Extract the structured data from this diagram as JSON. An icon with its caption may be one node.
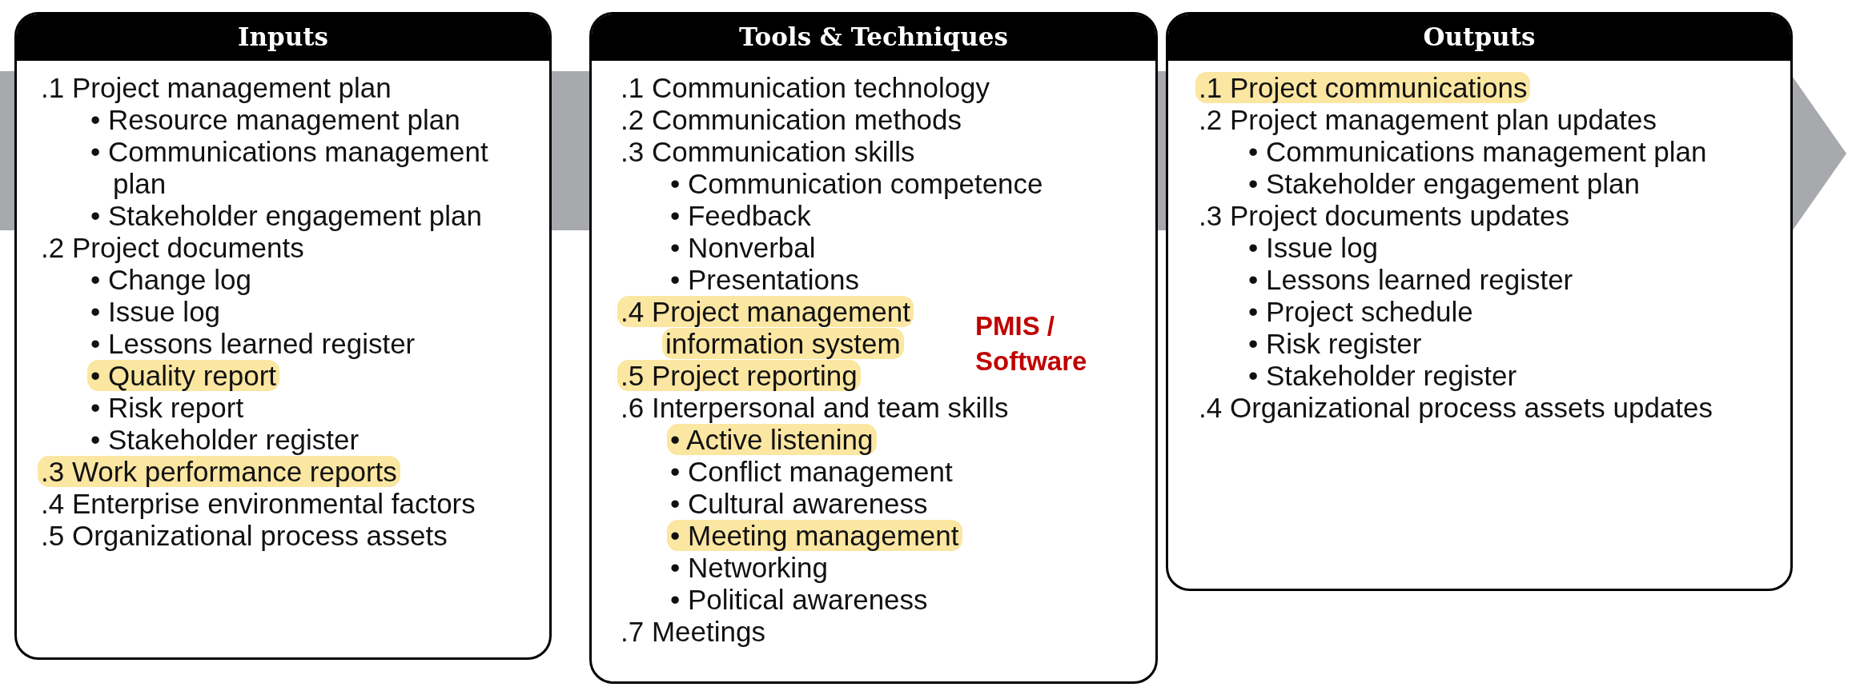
{
  "diagram": {
    "nodes": [
      {
        "text": [
          "Inputs",
          ".1 Project management plan",
          "• Resource management plan",
          "• Communications management plan",
          "• Stakeholder engagement plan",
          ".2 Project documents",
          "• Change log",
          "• Issue log",
          "• Lessons learned register",
          "• Quality report",
          "• Risk report",
          "• Stakeholder register",
          ".3 Work performance reports",
          ".4 Enterprise environmental factors",
          ".5 Organizational process assets"
        ]
      },
      {
        "text": [
          "Tools & Techniques",
          ".1 Communication technology",
          ".2 Communication methods",
          ".3 Communication skills",
          "• Communication competence",
          "• Feedback",
          "• Nonverbal",
          "• Presentations",
          ".4 Project management information system",
          ".5 Project reporting",
          ".6 Interpersonal and team skills",
          "• Active listening",
          "• Conflict management",
          "• Cultural awareness",
          "• Meeting management",
          "• Networking",
          "• Political awareness",
          ".7 Meetings"
        ]
      },
      {
        "text": [
          "Outputs",
          ".1 Project communications",
          ".2 Project management plan updates",
          "• Communications management plan",
          "• Stakeholder engagement plan",
          ".3 Project documents updates",
          "• Issue log",
          "• Lessons learned register",
          "• Project schedule",
          "• Risk register",
          "• Stakeholder register",
          ".4 Organizational process assets updates"
        ]
      }
    ],
    "edges": [],
    "labels": [
      "PMIS / Software"
    ]
  }
}
